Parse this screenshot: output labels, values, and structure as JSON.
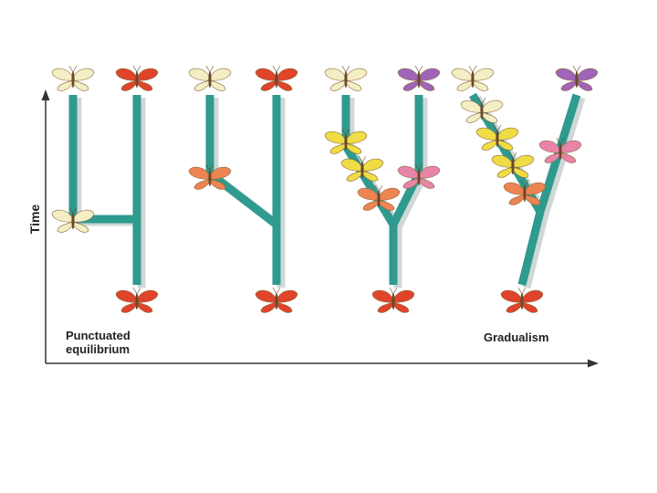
{
  "axes": {
    "y_label": "Time"
  },
  "labels": {
    "punctuated_line1": "Punctuated",
    "punctuated_line2": "equilibrium",
    "gradualism": "Gradualism"
  },
  "colors": {
    "branch": "#2f9a8e",
    "branch_shadow": "#cfd8d6",
    "axis": "#333333",
    "butterfly_cream": "#f4eec4",
    "butterfly_red": "#e0442a",
    "butterfly_orange": "#ee8452",
    "butterfly_yellow": "#f0dc44",
    "butterfly_pink": "#e884a8",
    "butterfly_purple": "#a064b8"
  },
  "panels": [
    {
      "name": "punctuated-1",
      "butterflies": [
        "cream",
        "red",
        "cream",
        "red"
      ]
    },
    {
      "name": "punctuated-2",
      "butterflies": [
        "cream",
        "red",
        "orange",
        "red"
      ]
    },
    {
      "name": "gradual-1",
      "butterflies": [
        "cream",
        "purple",
        "yellow",
        "yellow",
        "orange",
        "pink",
        "red"
      ]
    },
    {
      "name": "gradual-2",
      "butterflies": [
        "cream",
        "purple",
        "cream",
        "yellow",
        "yellow",
        "orange",
        "pink",
        "red"
      ]
    }
  ]
}
